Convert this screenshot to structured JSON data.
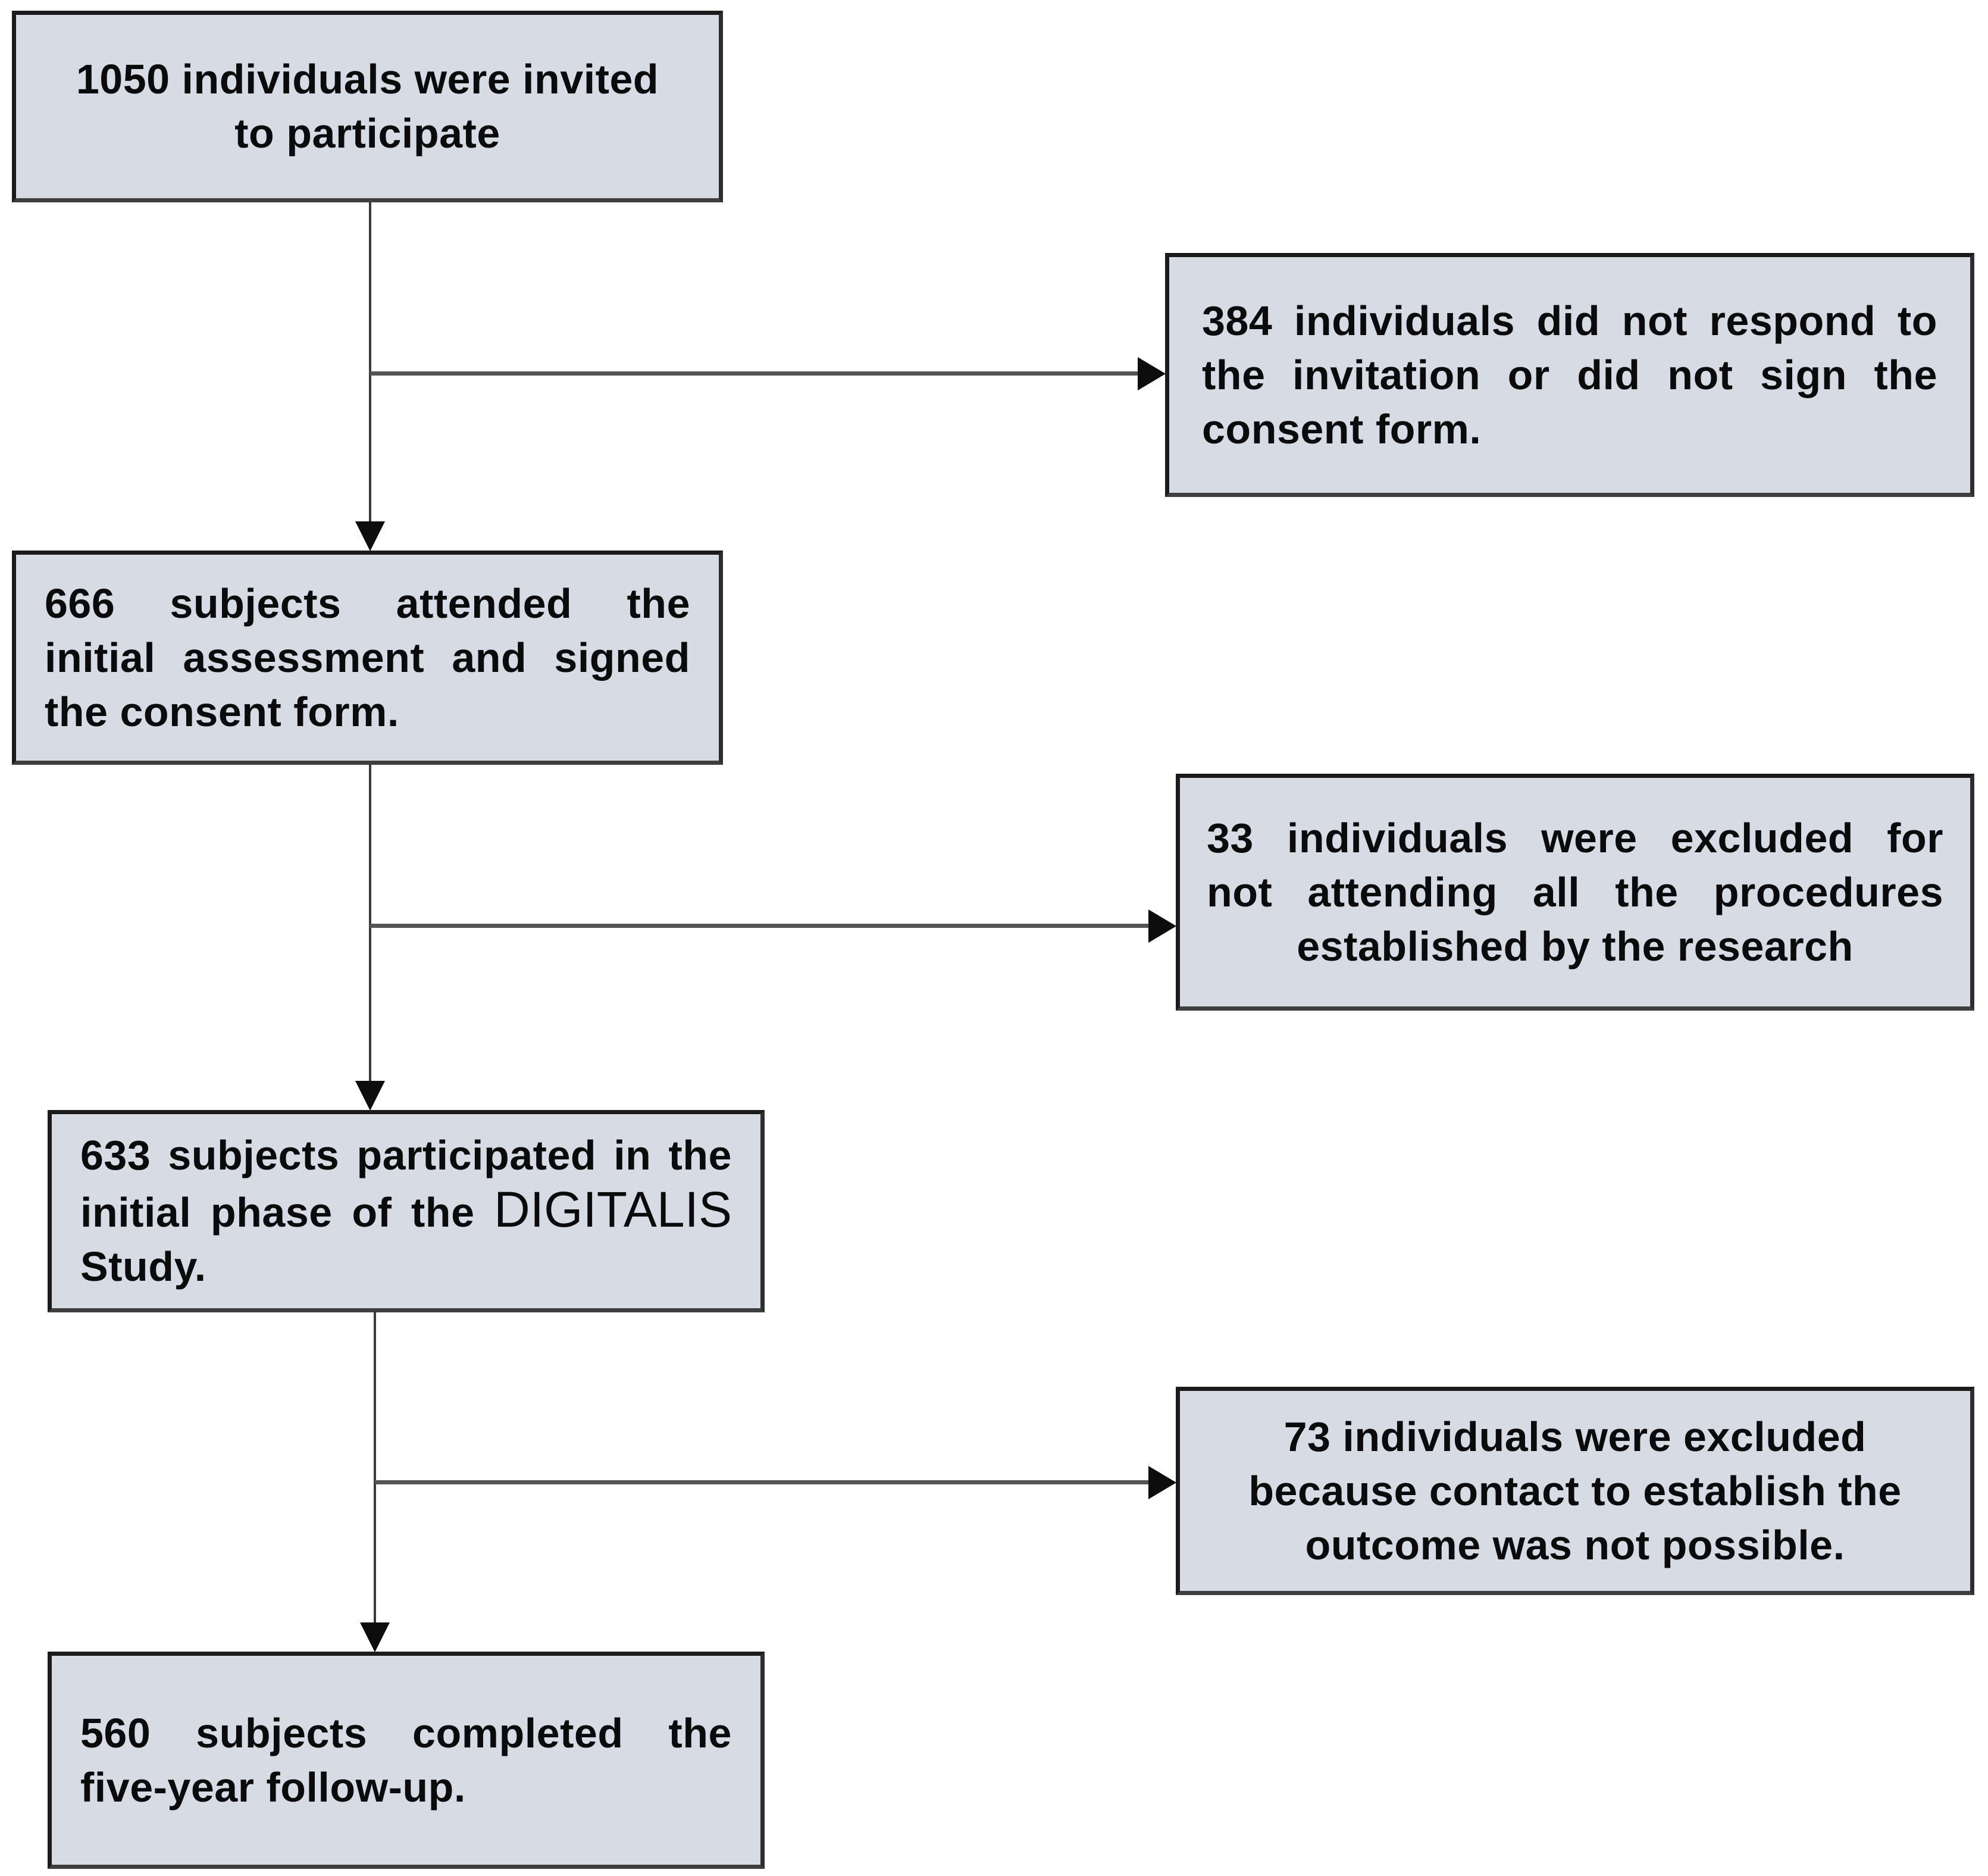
{
  "figure": {
    "type": "participant-flow-diagram",
    "colors": {
      "background": "#ffffff",
      "box_fill": "#d7dbe3",
      "box_border": "#1b1b1b",
      "connector_line": "#555555",
      "arrowhead": "#0d0d0d",
      "text": "#0b0b0b"
    }
  },
  "boxes": {
    "invited": {
      "lines": [
        "1050 individuals were invited",
        "to participate"
      ]
    },
    "no_response": {
      "lines": [
        "384 individuals did not respond to",
        "the invitation or did not sign the",
        "consent form."
      ]
    },
    "attended": {
      "lines": [
        "666 subjects attended the",
        "initial assessment and signed",
        "the consent form."
      ]
    },
    "excluded_procedures": {
      "lines": [
        "33 individuals were excluded for",
        "not attending all the procedures",
        "established by the research"
      ]
    },
    "initial_phase": {
      "line1": "633 subjects participated in the",
      "line2_prefix": "initial phase of the",
      "study_name": "DIGITALIS",
      "line3": "Study."
    },
    "excluded_contact": {
      "lines": [
        "73 individuals were excluded",
        "because contact to establish the",
        "outcome was not possible."
      ]
    },
    "completed": {
      "lines": [
        "560 subjects completed the",
        "five-year follow-up."
      ]
    }
  }
}
